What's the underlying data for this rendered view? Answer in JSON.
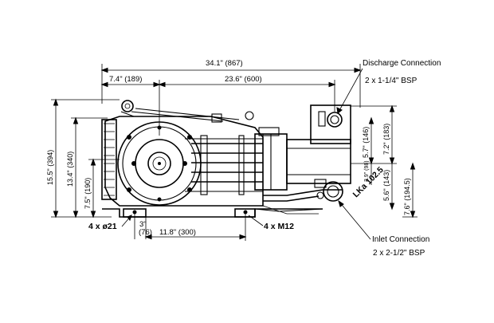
{
  "dimensions": {
    "overall_length": "34.1\" (867)",
    "front_to_shaft": "7.4\" (189)",
    "shaft_to_head": "23.6\" (600)",
    "overall_height": "15.5\" (394)",
    "height_to_top": "13.4\" (340)",
    "shaft_height": "7.5\" (190)",
    "foot_offset": "3\"",
    "foot_offset_mm": "(76)",
    "foot_spacing": "11.8\" (300)",
    "dim_146": "5.7\" (146)",
    "dim_183": "7.2\" (183)",
    "dim_143": "5.6\" (143)",
    "dim_194": "7.6\" (194.5)",
    "dim_small": "3.9\" (98)"
  },
  "labels": {
    "discharge_title": "Discharge Connection",
    "discharge_spec": "2 x 1-1/4\" BSP",
    "inlet_title": "Inlet Connection",
    "inlet_spec": "2 x 2-1/2\" BSP",
    "bolt_holes": "4 x ø21",
    "bolts": "4 x M12",
    "model_tag": "LKa 102.5"
  }
}
